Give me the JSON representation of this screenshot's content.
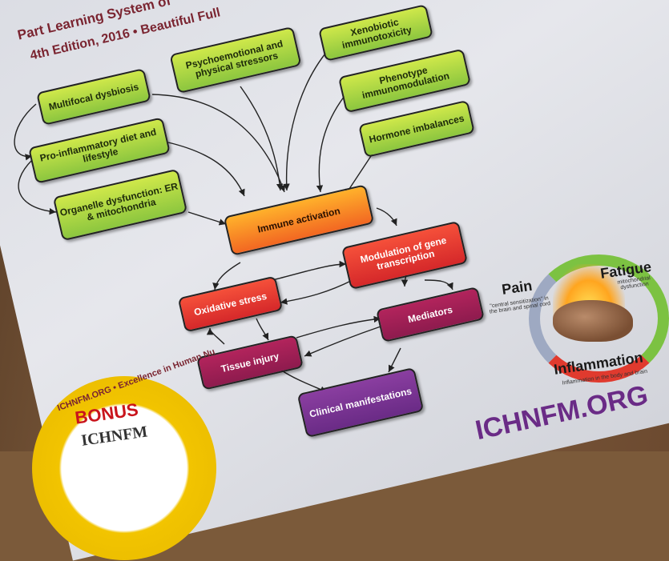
{
  "header": {
    "line1": "Part Learning System of",
    "line2": "4th Edition, 2016 • Beautiful Full"
  },
  "boxes": {
    "multifocal": "Multifocal dysbiosis",
    "proinflam": "Pro-inflammatory diet and lifestyle",
    "organelle": "Organelle dysfunction: ER & mitochondria",
    "psycho": "Psychoemotional and physical stressors",
    "xeno": "Xenobiotic immunotoxicity",
    "phenotype": "Phenotype immunomodulation",
    "hormone": "Hormone imbalances",
    "immune": "Immune activation",
    "modulation": "Modulation of gene transcription",
    "oxidative": "Oxidative stress",
    "mediators": "Mediators",
    "tissue": "Tissue injury",
    "clinical": "Clinical manifestations"
  },
  "seal": {
    "arc": "ICHNFM.ORG • Excellence in Human Nu",
    "bonus": "BONUS",
    "logo": "ICHNFM"
  },
  "cycle": {
    "pain": "Pain",
    "pain_sub": "\"central sensitization\" in the brain and spinal cord",
    "fatigue": "Fatigue",
    "fatigue_sub": "mitochondrial dysfunction",
    "inflammation": "Inflammation",
    "inflammation_sub": "Inflammation in the body and brain"
  },
  "footer_url": "ICHNFM.ORG",
  "colors": {
    "green": "#8cc63f",
    "orange": "#f26722",
    "red": "#d5282a",
    "magenta": "#8e1b4e",
    "purple": "#6a2b86"
  }
}
